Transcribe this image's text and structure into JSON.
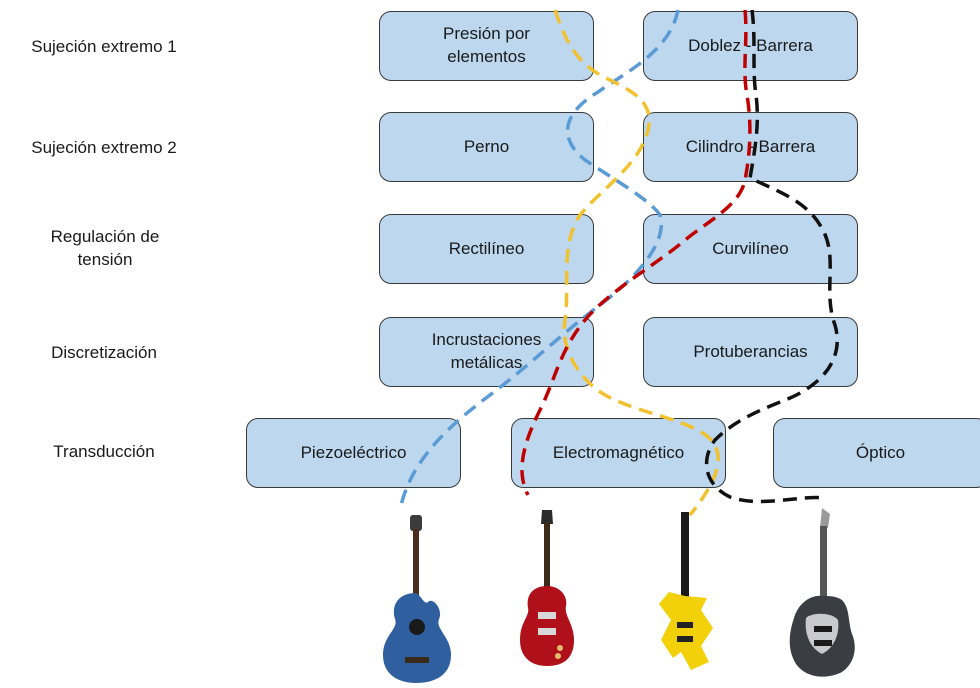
{
  "rows": {
    "sujecion1": "Sujeción extremo 1",
    "sujecion2": "Sujeción extremo 2",
    "regulacion": "Regulación de tensión",
    "discretizacion": "Discretización",
    "transduccion": "Transducción"
  },
  "options": {
    "presion": "Presión por elementos",
    "doblez": "Doblez - Barrera",
    "perno": "Perno",
    "cilindro": "Cilindro - Barrera",
    "rectilineo": "Rectilíneo",
    "curvilineo": "Curvilíneo",
    "incrustaciones": "Incrustaciones metálicas",
    "protuberancias": "Protuberancias",
    "piezo": "Piezoeléctrico",
    "electro": "Electromagnético",
    "optico": "Óptico"
  },
  "colors": {
    "box_fill": "#bdd7ee",
    "path_blue": "#5b9bd5",
    "path_yellow": "#f2c12e",
    "path_red": "#c00000",
    "path_black": "#111111"
  },
  "guitars": [
    "acoustic-blue-guitar",
    "red-electric-guitar",
    "yellow-headless-guitar",
    "silver-electric-guitar"
  ]
}
